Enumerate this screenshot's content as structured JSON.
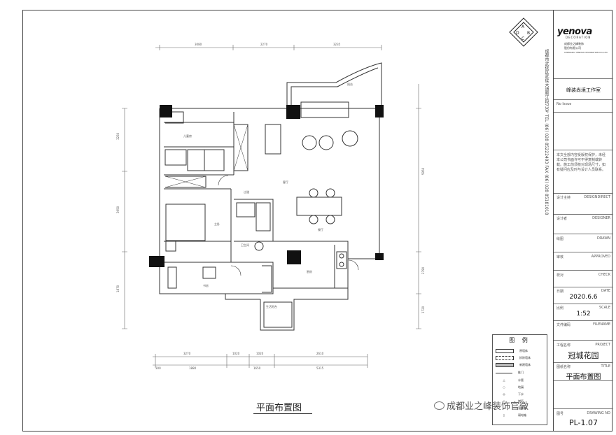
{
  "drawing": {
    "caption": "平面布置图"
  },
  "dimensions": {
    "top": [
      "3080",
      "2270",
      "3235"
    ],
    "bottom_row1": [
      "3270",
      "1020",
      "1020",
      "2610"
    ],
    "bottom_row2": [
      "1880",
      "1650",
      "5315"
    ],
    "bottom_small": [
      "300"
    ],
    "left": [
      "3250",
      "3950",
      "1870"
    ],
    "right": [
      "5950",
      "2790",
      "1720"
    ]
  },
  "rooms": {
    "bedroom1": "儿童房",
    "bedroom2": "主卧",
    "living": "客厅",
    "dining": "餐厅",
    "kitchen": "厨房",
    "bathroom": "卫生间",
    "balcony": "阳台",
    "study": "书房",
    "corridor": "过道",
    "service": "生活阳台"
  },
  "title_block": {
    "brand": "yenova",
    "brand_sub": "DECORATION",
    "company_lines": [
      "成都业之峰装饰",
      "股份有限公司"
    ],
    "company_en": "CHENGDU YENOVA DECORATION CO.,LTD",
    "contact_vertical": "成都市武侯区武侯大道顺江段73号 TEL (86) 028 85222493  FAX (86) 028 85181018",
    "studio": "峰装尚境工作室",
    "issue_label": "No  Issue",
    "notes": "本文全部内容受版权保护，未经本公司书面许可不得复制或转载。施工前须核对现场尺寸，如有疑问应及时与设计人员联系。",
    "design_label": "设计主持",
    "design_en": "DESIGNDIRECT",
    "designer_label": "设计者",
    "designer_en": "DESIGNER",
    "drawn_label": "绘图",
    "drawn_en": "DRAWN",
    "approved_label": "审核",
    "approved_en": "APPROVED",
    "check_label": "校对",
    "check_en": "CHECK",
    "date_label": "日期",
    "date_en": "DATE",
    "date": "2020.6.6",
    "scale_label": "比例",
    "scale_en": "SCALE",
    "scale": "1:52",
    "filename_label": "文件编码",
    "filename_en": "FILENAME",
    "project_label": "工程名称",
    "project_en": "PROJECT",
    "project": "冠城花园",
    "title_label": "图纸名称",
    "title_en": "TITLE",
    "title": "平面布置图",
    "drawing_no_label": "图号",
    "drawing_no_en": "DRAWING NO",
    "drawing_no": "PL-1.07"
  },
  "legend": {
    "title": "图 例",
    "rows": [
      "原墙体",
      "拆除墙体",
      "新建墙体",
      "推门",
      "水管",
      "地漏",
      "下水",
      "燃气",
      "强电箱",
      "弱电箱"
    ]
  },
  "watermark": {
    "text": "成都业之峰装饰官微"
  },
  "colors": {
    "line": "#333333",
    "column_fill": "#111111",
    "background": "#ffffff"
  }
}
